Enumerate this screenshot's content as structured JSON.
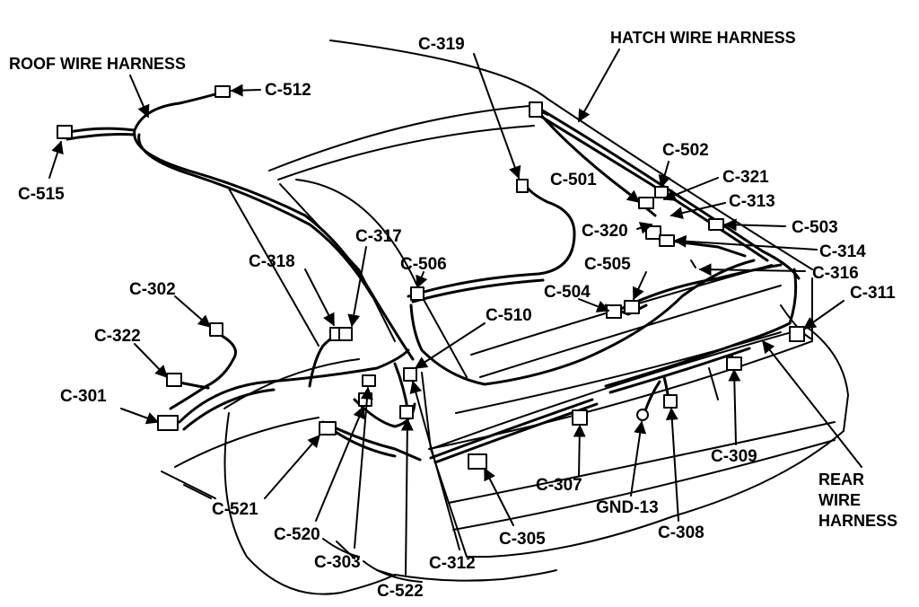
{
  "colors": {
    "ink": "#000000",
    "paper": "#ffffff"
  },
  "harnesses": {
    "roof": "ROOF WIRE HARNESS",
    "hatch": "HATCH WIRE HARNESS",
    "rear": "REAR\nWIRE\nHARNESS"
  },
  "connectors": {
    "c319": "C-319",
    "c512": "C-512",
    "c515": "C-515",
    "c502": "C-502",
    "c501": "C-501",
    "c321": "C-321",
    "c313": "C-313",
    "c320": "C-320",
    "c503": "C-503",
    "c317": "C-317",
    "c314": "C-314",
    "c318": "C-318",
    "c506": "C-506",
    "c505": "C-505",
    "c316": "C-316",
    "c302": "C-302",
    "c311": "C-311",
    "c504": "C-504",
    "c510": "C-510",
    "c322": "C-322",
    "c301": "C-301",
    "c309": "C-309",
    "c307": "C-307",
    "c521": "C-521",
    "gnd13": "GND-13",
    "c308": "C-308",
    "c305": "C-305",
    "c520": "C-520",
    "c303": "C-303",
    "c312": "C-312",
    "c522": "C-522"
  }
}
